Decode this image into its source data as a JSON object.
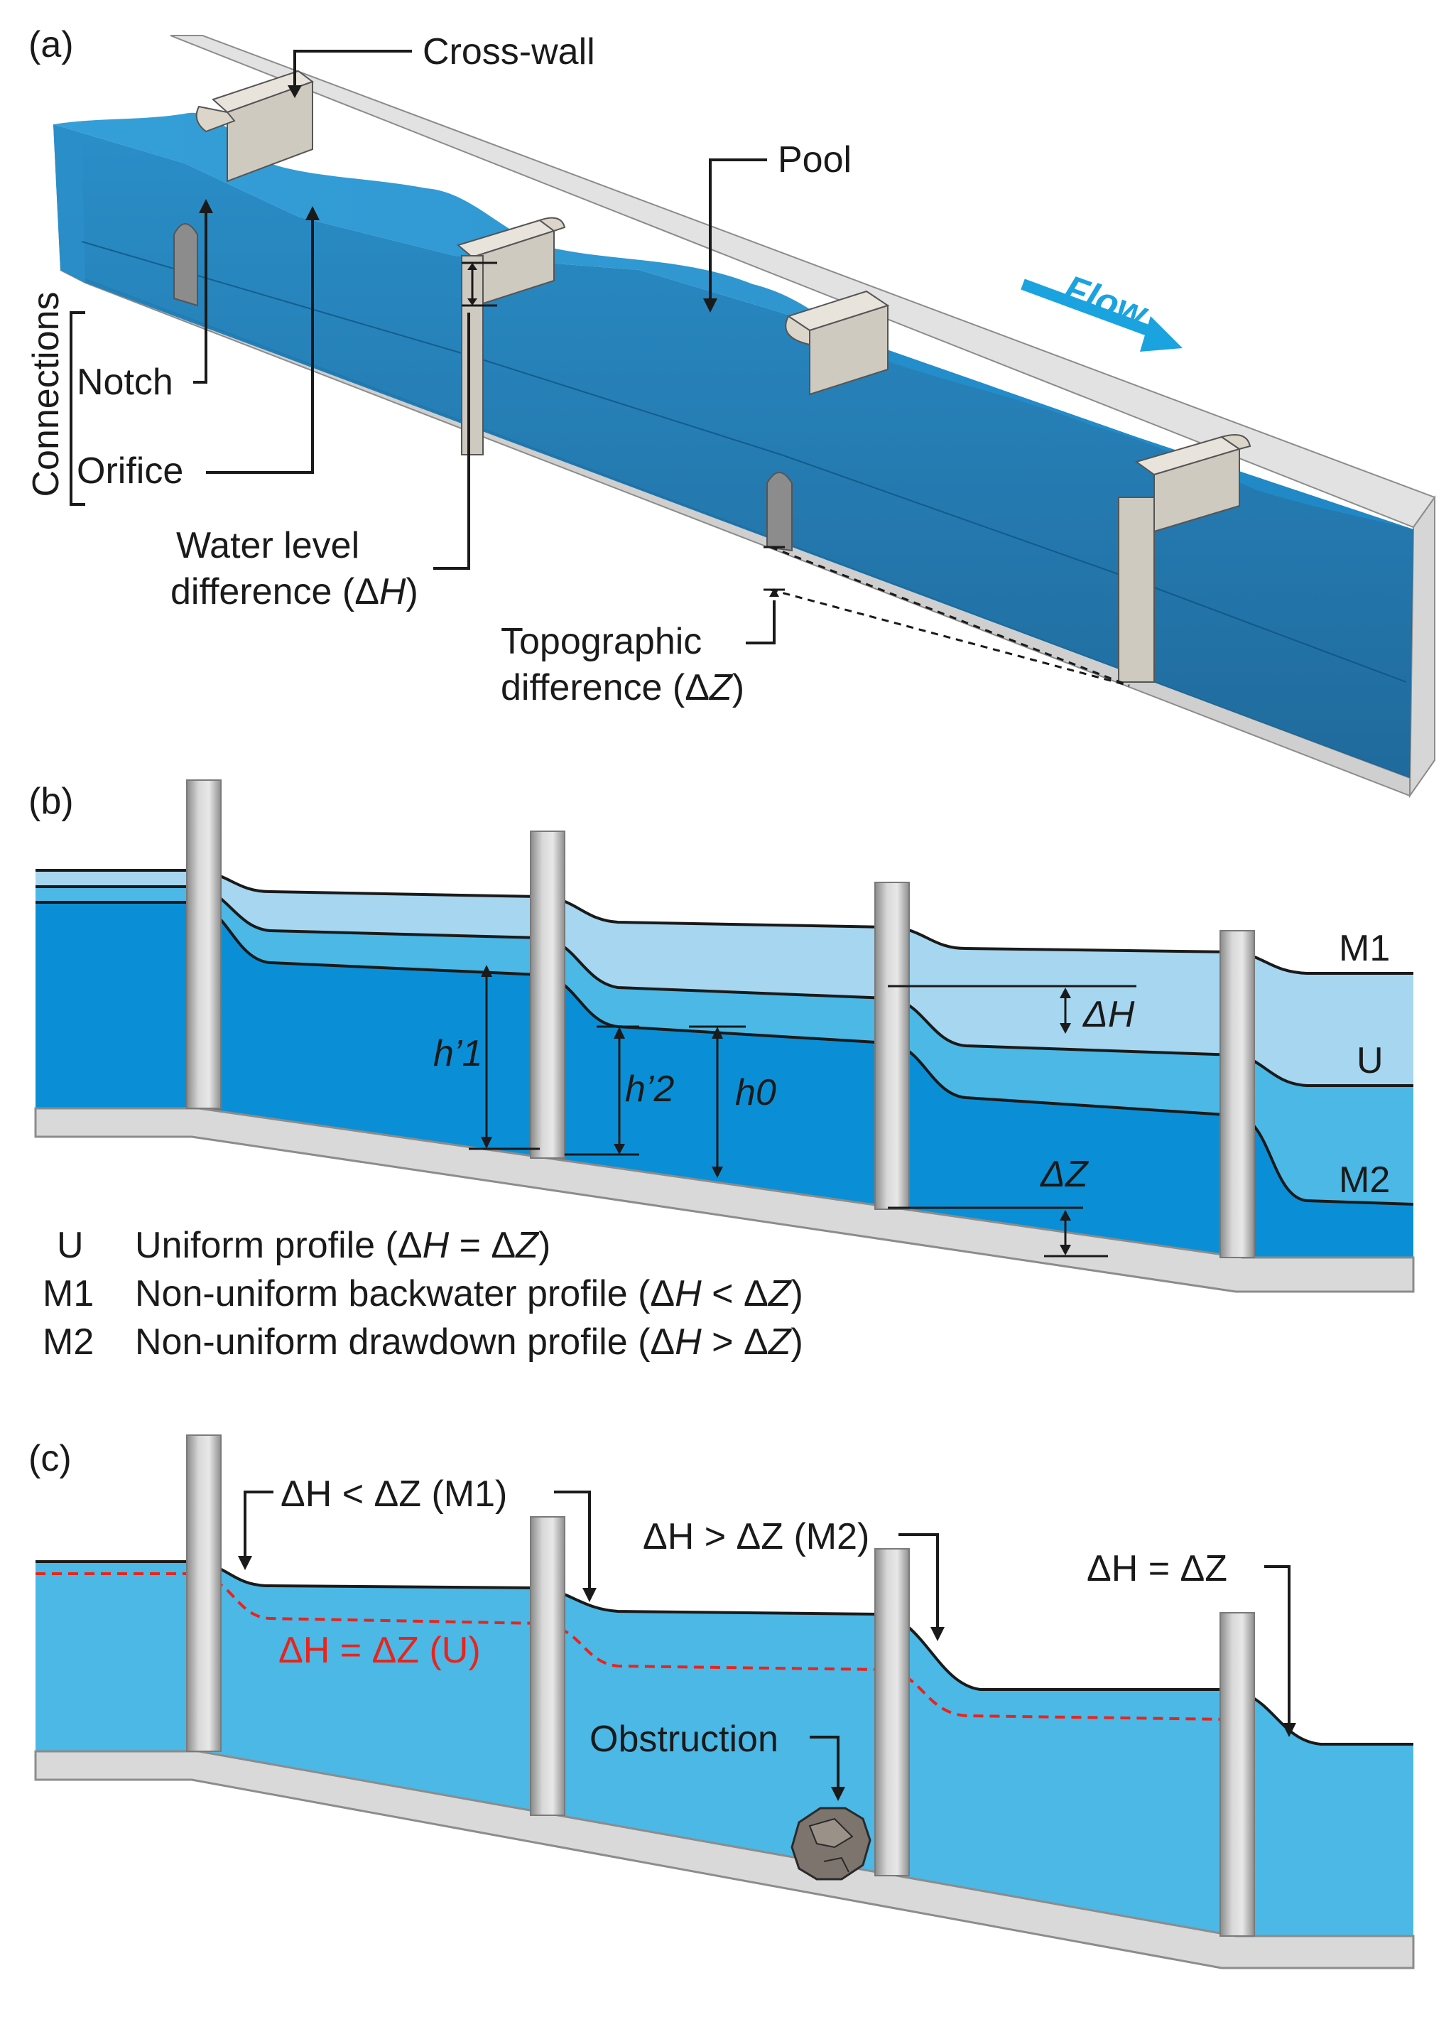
{
  "panels": {
    "a": {
      "tag": "(a)",
      "labels": {
        "cross_wall": "Cross-wall",
        "pool": "Pool",
        "flow": "Flow",
        "connections": "Connections",
        "notch": "Notch",
        "orifice": "Orifice",
        "water_level_1": "Water level",
        "water_level_2_prefix": "difference (Δ",
        "water_level_2_var": "H",
        "water_level_2_suffix": ")",
        "topo_1": "Topographic",
        "topo_2_prefix": "difference (Δ",
        "topo_2_var": "Z",
        "topo_2_suffix": ")"
      }
    },
    "b": {
      "tag": "(b)",
      "profile_labels": {
        "m1": "M1",
        "u": "U",
        "m2": "M2"
      },
      "dims": {
        "dH": "ΔH",
        "dZ": "ΔZ",
        "h1": "h’1",
        "h2": "h’2",
        "h0": "h0"
      },
      "legend": [
        {
          "key": "U",
          "text_prefix": "Uniform profile (Δ",
          "var1": "H",
          "mid": " = Δ",
          "var2": "Z",
          "text_suffix": ")"
        },
        {
          "key": "M1",
          "text_prefix": "Non-uniform backwater profile (Δ",
          "var1": "H",
          "mid": " < Δ",
          "var2": "Z",
          "text_suffix": ")"
        },
        {
          "key": "M2",
          "text_prefix": "Non-uniform drawdown profile (Δ",
          "var1": "H",
          "mid": " > Δ",
          "var2": "Z",
          "text_suffix": ")"
        }
      ]
    },
    "c": {
      "tag": "(c)",
      "callouts": {
        "m1": "ΔH < ΔZ (M1)",
        "m2": "ΔH > ΔZ (M2)",
        "eq": "ΔH = ΔZ",
        "u": "ΔH = ΔZ (U)",
        "obstruction": "Obstruction"
      }
    }
  },
  "colors": {
    "water_dark": "#0a8fd6",
    "water_mid": "#4bb8e6",
    "water_light": "#a6d6f0",
    "wall": "#c4c4c4",
    "flow_arrow": "#1ba3e0",
    "uniform_red": "#e8241c"
  }
}
